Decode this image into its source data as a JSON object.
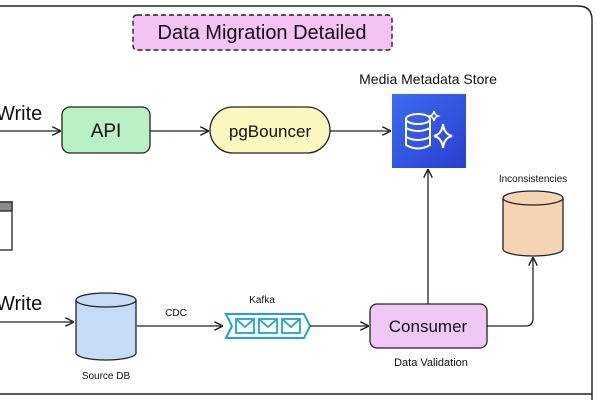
{
  "title": "Data Migration Detailed",
  "top_write_label": "Write",
  "bottom_write_label": "Write",
  "api": {
    "label": "API"
  },
  "pgbouncer": {
    "label": "pgBouncer"
  },
  "metadata_store": {
    "label": "Media Metadata Store",
    "icon": "database-sparkle-icon"
  },
  "inconsistencies": {
    "label": "Inconsistencies"
  },
  "source_db": {
    "label": "Source DB"
  },
  "cdc_label": "CDC",
  "kafka": {
    "label": "Kafka",
    "icon": "message-queue-icon"
  },
  "consumer": {
    "label": "Consumer"
  },
  "validation_label": "Data Validation",
  "colors": {
    "title_bg": "#f4c2f4",
    "api_bg": "#b9f1c4",
    "pgbouncer_bg": "#fbf7bf",
    "store_bg": "#2f4fd6",
    "inconsistencies_bg": "#f7d3b6",
    "source_db_bg": "#c5dcf7",
    "kafka_accent": "#1fa3d6",
    "consumer_bg": "#f0c8f6"
  }
}
